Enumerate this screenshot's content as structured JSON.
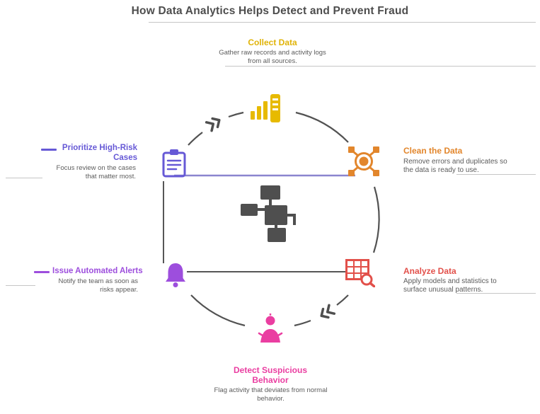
{
  "title": "How Data Analytics Helps Detect and Prevent Fraud",
  "flow_direction": "clockwise",
  "colors": {
    "title_text": "#4d4d4d",
    "description_text": "#5c5c5c",
    "diagram_lines": "#525252",
    "chord_line": "#8b85cf",
    "collect": "#e0b307",
    "clean": "#e2862c",
    "analyze": "#e2504a",
    "detect": "#ea3ea1",
    "alert": "#9d4edd",
    "prioritize": "#6659d6"
  },
  "center_icon": "workflow-icon",
  "nodes": [
    {
      "id": "collect-data",
      "label": "Collect Data",
      "color": "#e0b307",
      "icon": "data-bars-icon",
      "description": "Gather raw records and activity logs from all sources."
    },
    {
      "id": "clean-data",
      "label": "Clean the Data",
      "color": "#e2862c",
      "icon": "network-hub-icon",
      "description": "Remove errors and duplicates so the data is ready to use."
    },
    {
      "id": "analyze-data",
      "label": "Analyze Data",
      "color": "#e2504a",
      "icon": "table-magnifier-icon",
      "description": "Apply models and statistics to surface unusual patterns."
    },
    {
      "id": "detect-suspicious-behavior",
      "label": "Detect Suspicious Behavior",
      "color": "#ea3ea1",
      "icon": "person-alert-icon",
      "description": "Flag activity that deviates from normal behavior."
    },
    {
      "id": "issue-automated-alerts",
      "label": "Issue Automated Alerts",
      "color": "#9d4edd",
      "icon": "bell-icon",
      "description": "Notify the team as soon as risks appear."
    },
    {
      "id": "prioritize-high-risk-cases",
      "label": "Prioritize High-Risk Cases",
      "color": "#6659d6",
      "icon": "clipboard-icon",
      "description": "Focus review on the cases that matter most."
    }
  ]
}
